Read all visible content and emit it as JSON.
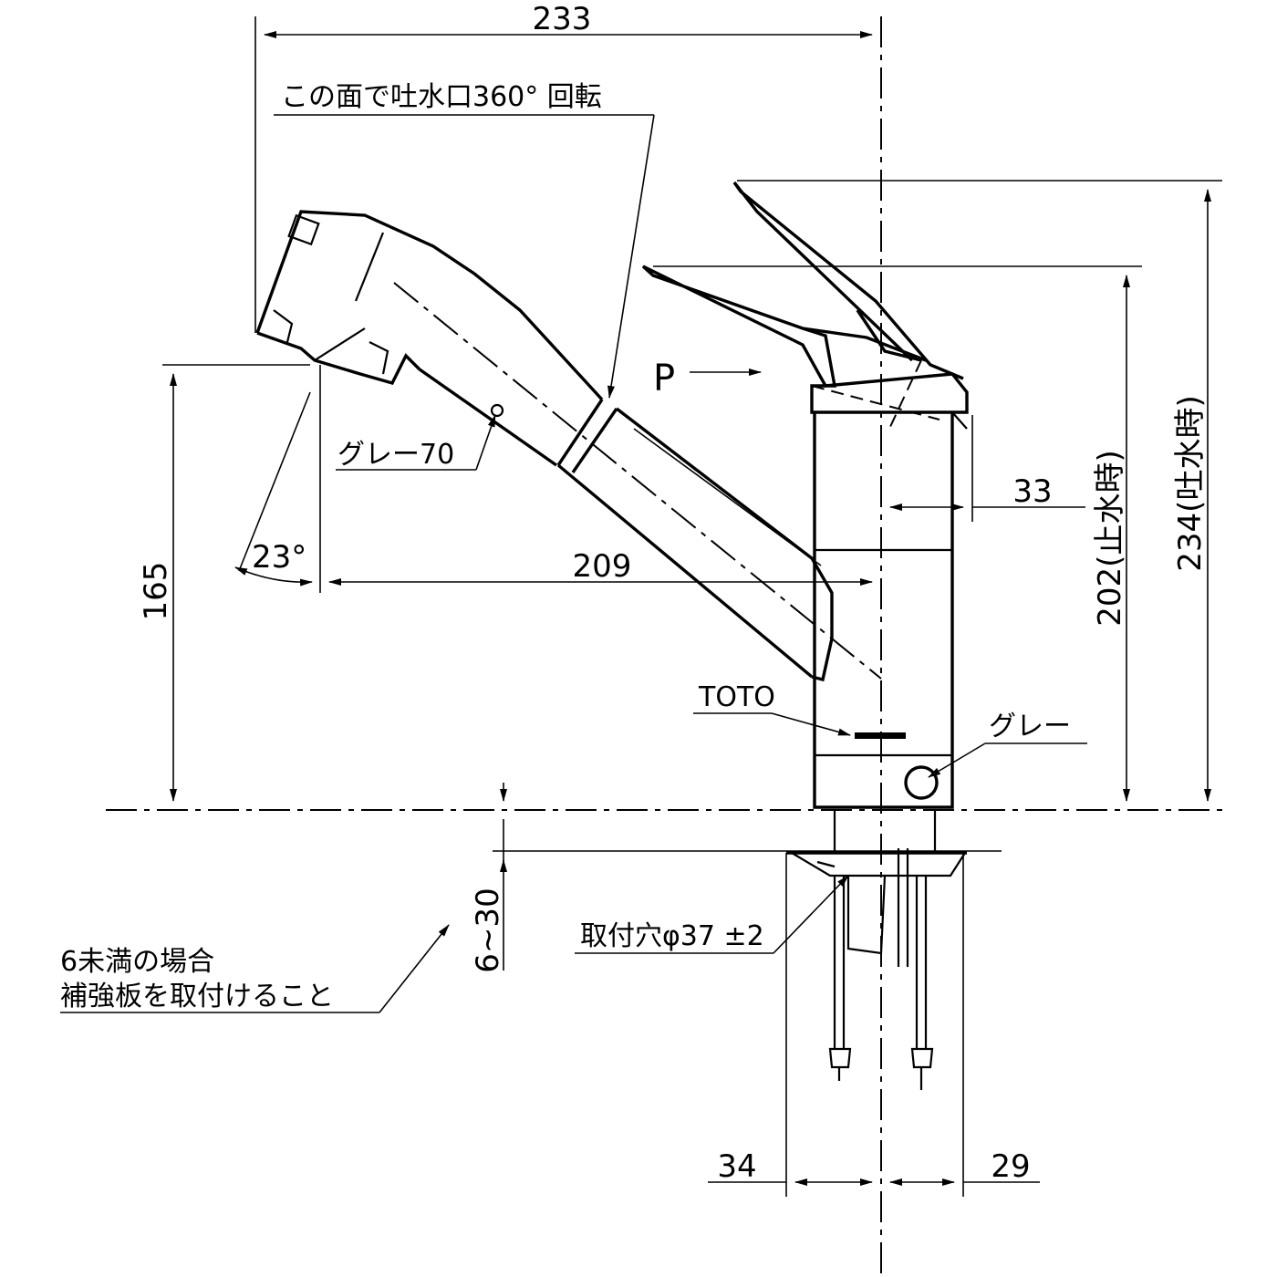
{
  "dimensions": {
    "total_width": "233",
    "lever_offset": "33",
    "spout_reach": "209",
    "spout_height": "165",
    "height_stop": "202(止水時)",
    "height_flow": "234(吐水時)",
    "deck_thickness": "6~30",
    "left_of_center": "34",
    "right_of_center": "29",
    "spout_angle": "23°"
  },
  "annotations": {
    "rotation_note": "この面で吐水口360° 回転",
    "hose_grey": "グレー70",
    "lever_mark": "P",
    "brand": "TOTO",
    "grey_part": "グレー",
    "mount_hole": "取付穴φ37 ±2",
    "reinforce_line1": "6未満の場合",
    "reinforce_line2": "補強板を取付けること"
  },
  "colors": {
    "line": "#000000",
    "background": "#ffffff"
  }
}
